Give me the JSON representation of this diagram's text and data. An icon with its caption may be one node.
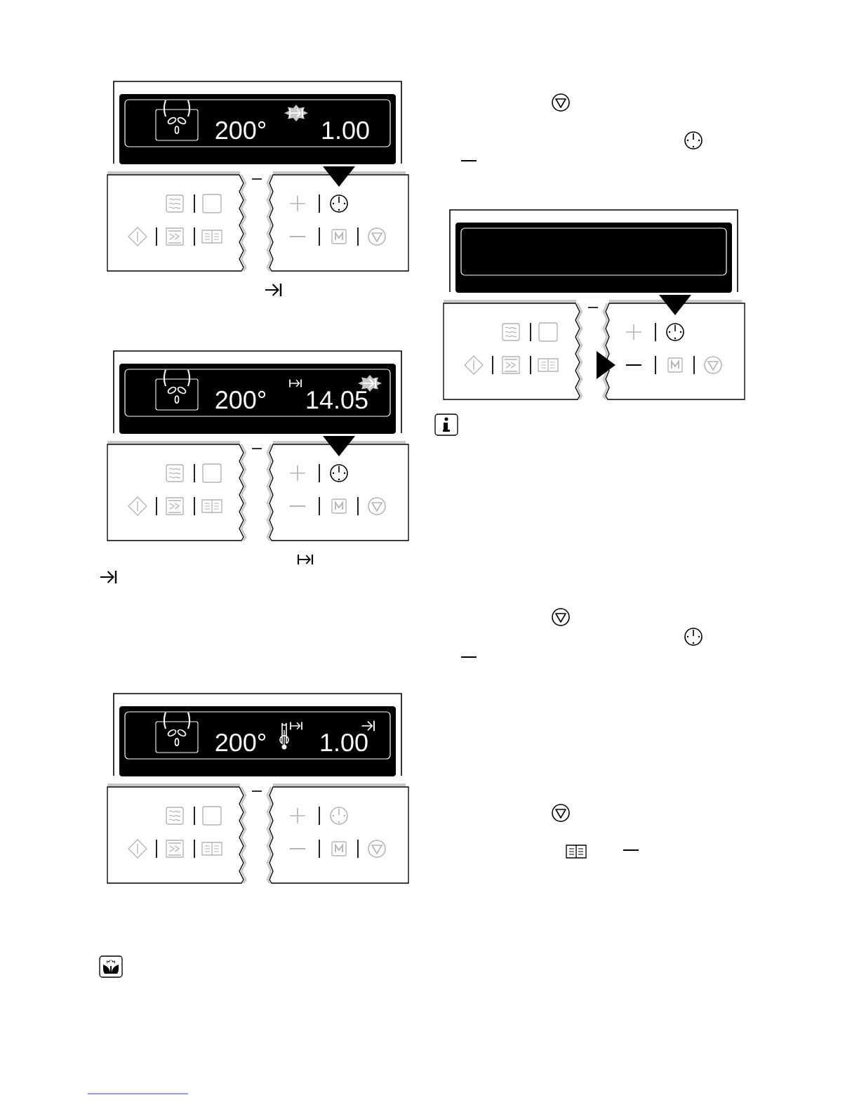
{
  "diagram": {
    "labels": [
      "200°",
      "1.00",
      "200°",
      "14.05",
      "200°",
      "1.00"
    ]
  }
}
